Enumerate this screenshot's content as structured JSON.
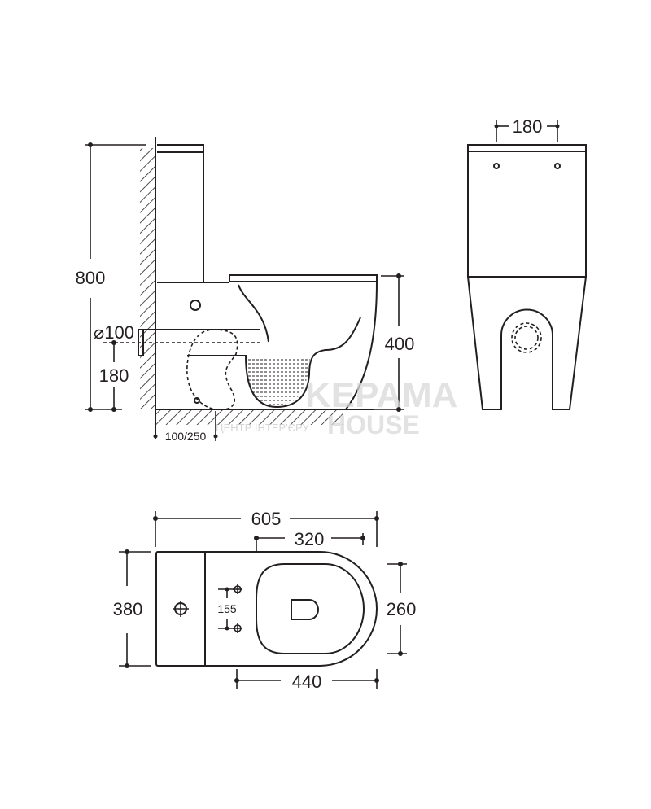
{
  "side_view": {
    "height_total": "800",
    "seat_height": "400",
    "outlet_diameter": "⌀100",
    "outlet_height": "180",
    "wall_distance": "100/250"
  },
  "front_view": {
    "tank_hole_spacing": "180"
  },
  "top_view": {
    "length_total": "605",
    "seat_length": "320",
    "width_total": "380",
    "seat_width": "260",
    "bowl_length": "440",
    "fixing_spacing": "155"
  },
  "watermark": {
    "brand_line1": "KEPAMA",
    "brand_line2": "HOUSE",
    "tagline": "ЦЕНТР ІНТЕР'ЄРУ"
  },
  "colors": {
    "line": "#231f20",
    "background": "#ffffff"
  }
}
